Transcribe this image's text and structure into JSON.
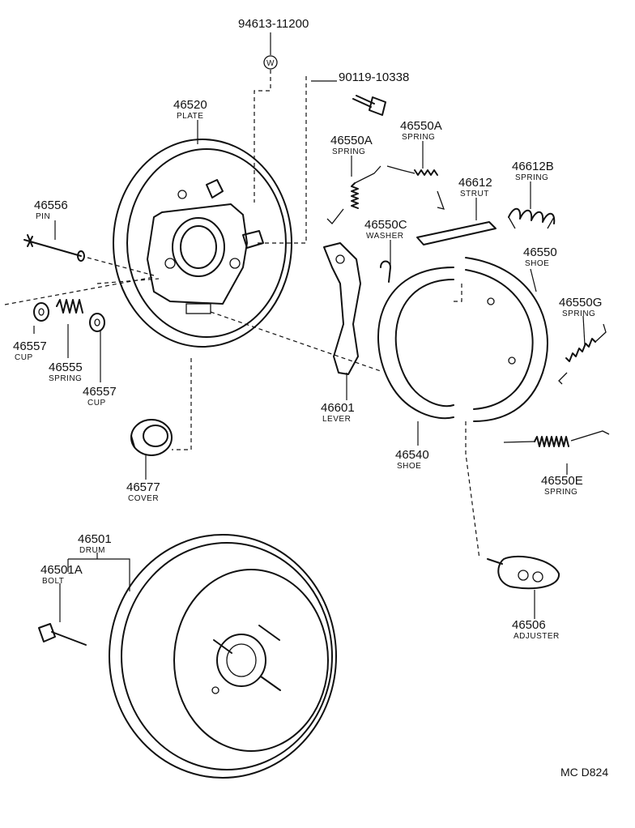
{
  "parts": [
    {
      "number": "94613-11200",
      "name": ""
    },
    {
      "number": "90119-10338",
      "name": ""
    },
    {
      "number": "46520",
      "name": "PLATE"
    },
    {
      "number": "46556",
      "name": "PIN"
    },
    {
      "number": "46557",
      "name": "CUP"
    },
    {
      "number": "46555",
      "name": "SPRING"
    },
    {
      "number": "46557",
      "name": "CUP"
    },
    {
      "number": "46577",
      "name": "COVER"
    },
    {
      "number": "46550A",
      "name": "SPRING"
    },
    {
      "number": "46550A",
      "name": "SPRING"
    },
    {
      "number": "46612",
      "name": "STRUT"
    },
    {
      "number": "46612B",
      "name": "SPRING"
    },
    {
      "number": "46550C",
      "name": "WASHER"
    },
    {
      "number": "46550",
      "name": "SHOE"
    },
    {
      "number": "46550G",
      "name": "SPRING"
    },
    {
      "number": "46601",
      "name": "LEVER"
    },
    {
      "number": "46540",
      "name": "SHOE"
    },
    {
      "number": "46550E",
      "name": "SPRING"
    },
    {
      "number": "46501",
      "name": "DRUM"
    },
    {
      "number": "46501A",
      "name": "BOLT"
    },
    {
      "number": "46506",
      "name": "ADJUSTER"
    }
  ],
  "washer_symbol": "W",
  "diagram_code": "MC D824"
}
